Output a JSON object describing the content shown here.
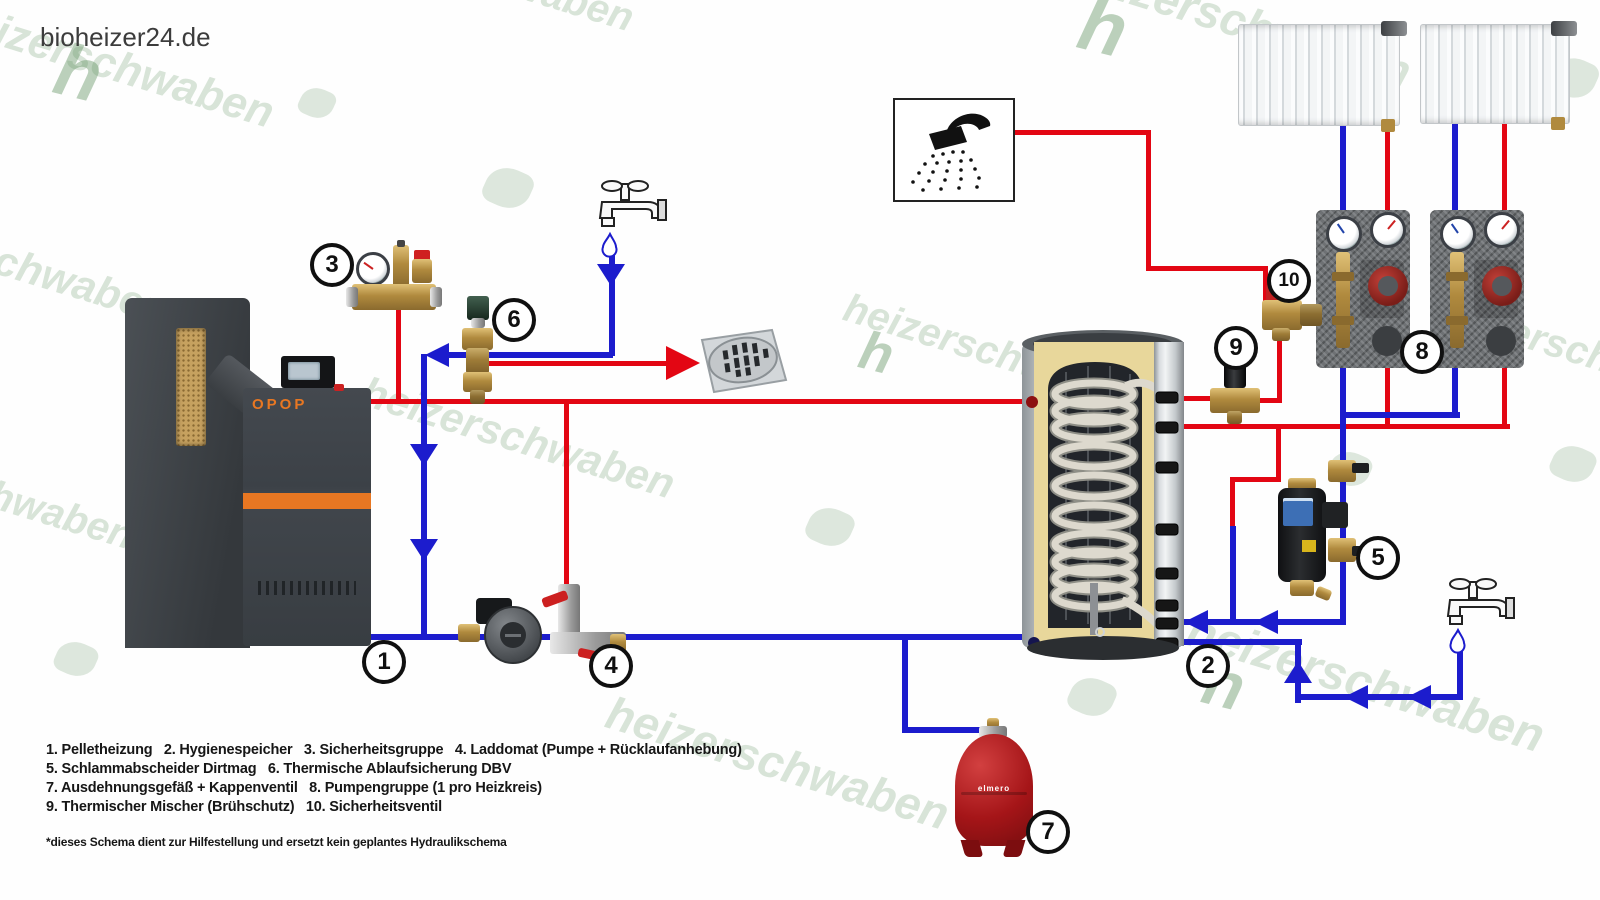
{
  "page": {
    "brand": "bioheizer24.de"
  },
  "watermark": {
    "text": "heizerschwaben",
    "letter": "h"
  },
  "boiler": {
    "brand": "OPOP"
  },
  "vessel": {
    "brand": "elmero"
  },
  "legend": {
    "line1": "1. Pelletheizung   2. Hygienespeicher   3. Sicherheitsgruppe   4. Laddomat (Pumpe + Rücklaufanhebung)",
    "line2": "5. Schlammabscheider Dirtmag   6. Thermische Ablaufsicherung DBV",
    "line3": "7. Ausdehnungsgefäß + Kappenventil   8. Pumpengruppe (1 pro Heizkreis)",
    "line4": "9. Thermischer Mischer (Brühschutz)   10. Sicherheitsventil",
    "footnote": "*dieses Schema dient zur Hilfestellung und ersetzt kein geplantes Hydraulikschema"
  },
  "markers": [
    {
      "number": "1",
      "label": "Pelletheizung"
    },
    {
      "number": "2",
      "label": "Hygienespeicher"
    },
    {
      "number": "3",
      "label": "Sicherheitsgruppe"
    },
    {
      "number": "4",
      "label": "Laddomat (Pumpe + Rücklaufanhebung)"
    },
    {
      "number": "5",
      "label": "Schlammabscheider Dirtmag"
    },
    {
      "number": "6",
      "label": "Thermische Ablaufsicherung DBV"
    },
    {
      "number": "7",
      "label": "Ausdehnungsgefäß + Kappenventil"
    },
    {
      "number": "8",
      "label": "Pumpengruppe (1 pro Heizkreis)"
    },
    {
      "number": "9",
      "label": "Thermischer Mischer (Brühschutz)"
    },
    {
      "number": "10",
      "label": "Sicherheitsventil"
    }
  ],
  "colors": {
    "pipe_hot": "#e30613",
    "pipe_cold": "#1c1ccd",
    "accent_orange": "#e87722",
    "watermark_green": "#80a880"
  }
}
